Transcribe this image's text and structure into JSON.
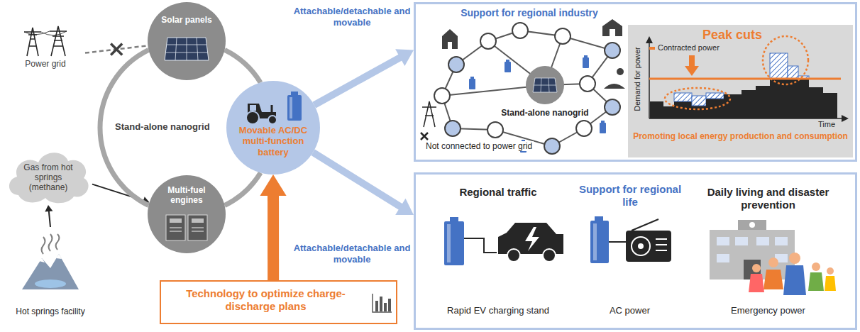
{
  "diagram": {
    "nodes": [
      {
        "text": [
          "Power grid"
        ]
      },
      {
        "text": [
          "Solar panels"
        ]
      },
      {
        "text": [
          "Multi-fuel engines"
        ]
      },
      {
        "text": [
          "Gas from hot springs (methane)"
        ]
      },
      {
        "text": [
          "Hot springs facility"
        ]
      },
      {
        "text": [
          "Movable AC/DC multi-function battery"
        ]
      },
      {
        "text": [
          "Technology to optimize charge-discharge plans"
        ]
      },
      {
        "text": [
          "Support for regional industry"
        ]
      },
      {
        "text": [
          "Stand-alone nanogrid"
        ],
        "in": 7
      },
      {
        "text": [
          "Peak cuts",
          "Contracted power",
          "Demand for power",
          "Time",
          "Promoting local energy production and consumption"
        ],
        "in": 7
      },
      {
        "text": [
          "Support for regional life"
        ]
      },
      {
        "text": [
          "Regional traffic",
          "Rapid EV charging stand"
        ],
        "in": 10
      },
      {
        "text": [
          "AC power"
        ],
        "in": 10
      },
      {
        "text": [
          "Daily living and disaster prevention",
          "Emergency power"
        ],
        "in": 10
      }
    ],
    "edges": [
      {
        "from": 0,
        "to": 1,
        "arrow": "none"
      },
      {
        "from": 4,
        "to": 3,
        "arrow": "to"
      },
      {
        "from": 3,
        "to": 2,
        "arrow": "to"
      },
      {
        "from": 1,
        "to": 5,
        "arrow": "none"
      },
      {
        "from": 5,
        "to": 2,
        "arrow": "none"
      },
      {
        "from": 2,
        "to": 1,
        "arrow": "none"
      },
      {
        "from": 5,
        "to": 7,
        "label": "Attachable/detachable and movable",
        "arrow": "to"
      },
      {
        "from": 5,
        "to": 10,
        "label": "Attachable/detachable and movable",
        "arrow": "to"
      },
      {
        "from": 6,
        "to": 5,
        "arrow": "to"
      }
    ],
    "labels": [
      "Stand-alone nanogrid",
      "Not connected to power grid"
    ]
  }
}
